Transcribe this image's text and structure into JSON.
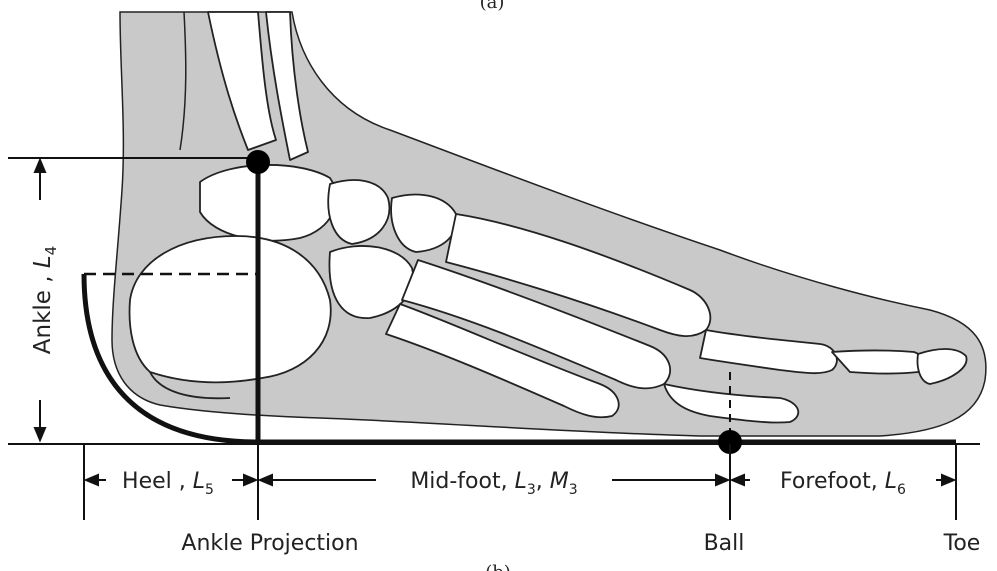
{
  "top_caption": "(a)",
  "bottom_caption": "(b)",
  "labels": {
    "ankle_prefix": "Ankle , ",
    "ankle_var": "L",
    "ankle_sub": "4",
    "heel_prefix": "Heel , ",
    "heel_var": "L",
    "heel_sub": "5",
    "midfoot_prefix": "Mid-foot, ",
    "midfoot_var1": "L",
    "midfoot_sub1": "3",
    "midfoot_sep": ", ",
    "midfoot_var2": "M",
    "midfoot_sub2": "3",
    "forefoot_prefix": "Forefoot, ",
    "forefoot_var": "L",
    "forefoot_sub": "6"
  },
  "landmarks": {
    "ankle_projection": "Ankle Projection",
    "ball": "Ball",
    "toe": "Toe"
  },
  "colors": {
    "skin": "#c9c9c9",
    "bone": "#ffffff",
    "outline": "#222222",
    "text": "#222222"
  }
}
